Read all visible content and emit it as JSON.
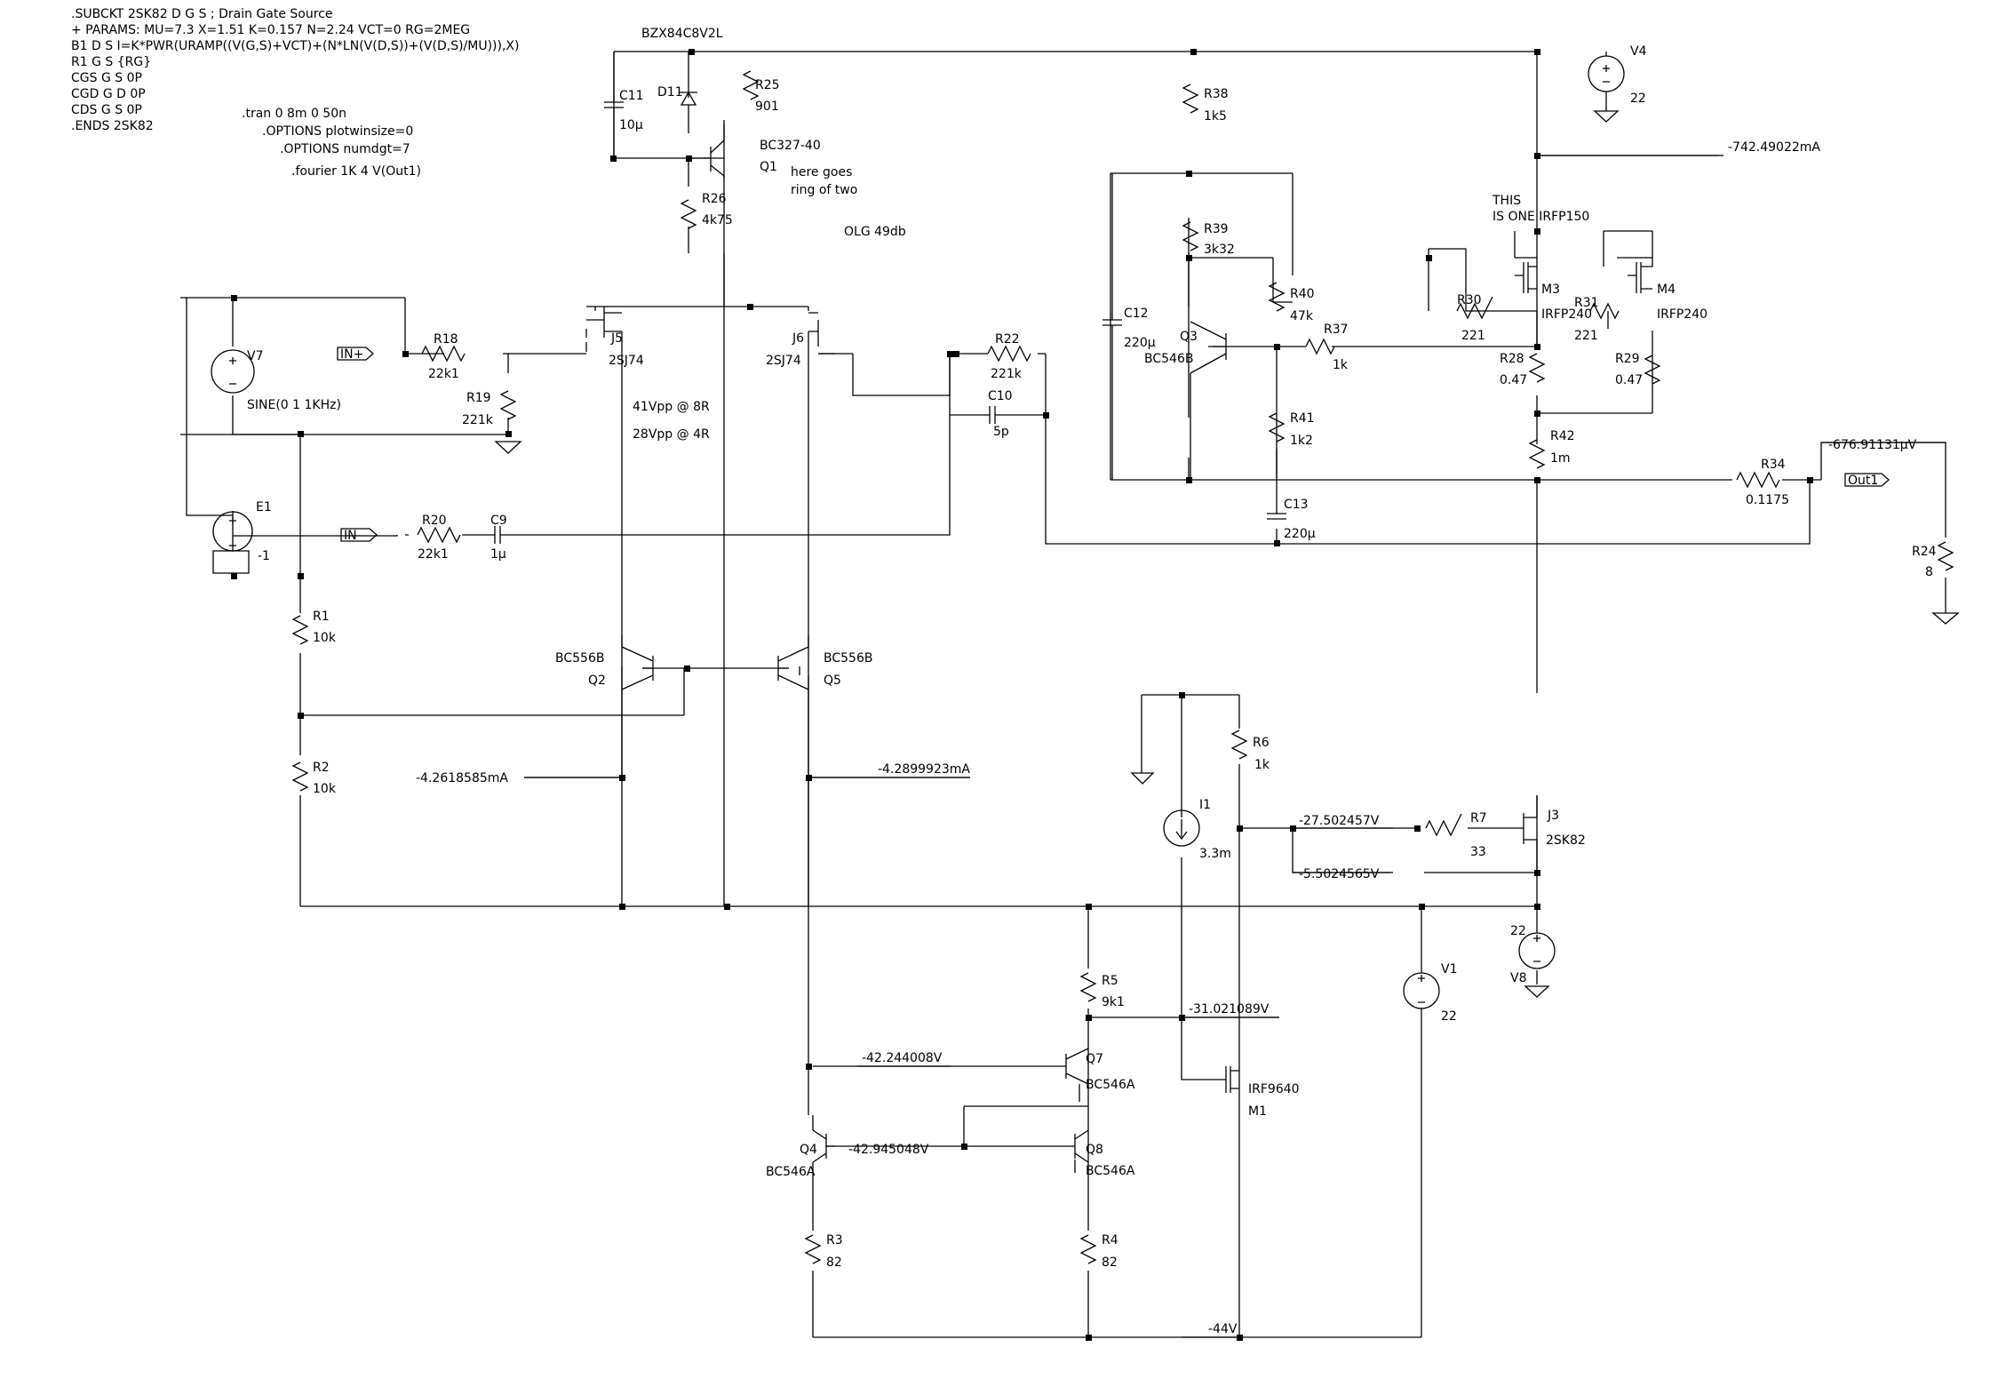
{
  "spice": [
    ".SUBCKT 2SK82 D G S ; Drain Gate Source",
    "+ PARAMS: MU=7.3 X=1.51 K=0.157 N=2.24 VCT=0 RG=2MEG",
    "B1 D S I=K*PWR(URAMP((V(G,S)+VCT)+(N*LN(V(D,S))+(V(D,S)/MU))),X)",
    "R1 G S {RG}",
    "CGS G S 0P",
    "CGD G D 0P",
    "CDS G S 0P",
    ".ENDS 2SK82"
  ],
  "directives": [
    ".tran 0 8m 0 50n",
    ".OPTIONS plotwinsize=0",
    ".OPTIONS numdgt=7",
    ".fourier 1K 4 V(Out1)"
  ],
  "notes": {
    "ring1": "here goes",
    "ring2": "ring of two",
    "olg": "OLG 49db",
    "vpp8": "41Vpp @ 8R",
    "vpp4": "28Vpp @ 4R",
    "this1": "THIS",
    "this2": "IS ONE IRFP150"
  },
  "ports": {
    "in_plus": "IN+",
    "in_minus": "IN-",
    "out1": "Out1"
  },
  "components": {
    "bzx": "BZX84C8V2L",
    "d11": "D11",
    "c11": "C11",
    "c11_val": "10µ",
    "r25": "R25",
    "r25_val": "901",
    "q1": "Q1",
    "q1_model": "BC327-40",
    "r26": "R26",
    "r26_val": "4k75",
    "v7": "V7",
    "v7_val": "SINE(0 1 1KHz)",
    "r18": "R18",
    "r18_val": "22k1",
    "r19": "R19",
    "r19_val": "221k",
    "j5": "J5",
    "j5_model": "2SJ74",
    "j6": "J6",
    "j6_model": "2SJ74",
    "r22": "R22",
    "r22_val": "221k",
    "c10": "C10",
    "c10_val": "5p",
    "e1": "E1",
    "e1_val": "-1",
    "r20": "R20",
    "r20_val": "22k1",
    "c9": "C9",
    "c9_val": "1µ",
    "r1": "R1",
    "r1_val": "10k",
    "r2": "R2",
    "r2_val": "10k",
    "q2": "Q2",
    "q2_model": "BC556B",
    "q5": "Q5",
    "q5_model": "BC556B",
    "r38": "R38",
    "r38_val": "1k5",
    "r39": "R39",
    "r39_val": "3k32",
    "c12": "C12",
    "c12_val": "220µ",
    "q3": "Q3",
    "q3_model": "BC546B",
    "r40": "R40",
    "r40_val": "47k",
    "r37": "R37",
    "r37_val": "1k",
    "r41": "R41",
    "r41_val": "1k2",
    "c13": "C13",
    "c13_val": "220µ",
    "r30": "R30",
    "r30_val": "221",
    "r31": "R31",
    "r31_val": "221",
    "m3": "M3",
    "m3_model": "IRFP240",
    "m4": "M4",
    "m4_model": "IRFP240",
    "r28": "R28",
    "r28_val": "0.47",
    "r29": "R29",
    "r29_val": "0.47",
    "r42": "R42",
    "r42_val": "1m",
    "v4": "V4",
    "v4_val": "22",
    "r34": "R34",
    "r34_val": "0.1175",
    "r24": "R24",
    "r24_val": "8",
    "r6": "R6",
    "r6_val": "1k",
    "i1": "I1",
    "i1_val": "3.3m",
    "r7": "R7",
    "r7_val": "33",
    "j3": "J3",
    "j3_model": "2SK82",
    "v8": "V8",
    "v8_val": "22",
    "v1": "V1",
    "v1_val": "22",
    "r5": "R5",
    "r5_val": "9k1",
    "q7": "Q7",
    "q7_model": "BC546A",
    "m1": "M1",
    "m1_model": "IRF9640",
    "q4": "Q4",
    "q4_model": "BC546A",
    "q8": "Q8",
    "q8_model": "BC546A",
    "r3": "R3",
    "r3_val": "82",
    "r4": "R4",
    "r4_val": "82"
  },
  "probes": {
    "i_top": "-742.49022mA",
    "v_out": "-676.91131µV",
    "i_q2": "-4.2618585mA",
    "i_q5": "-4.2899923mA",
    "v_r7a": "-27.502457V",
    "v_r7b": "-5.5024565V",
    "v_r5": "-31.021089V",
    "v_q7": "-42.244008V",
    "v_q4": "-42.945048V",
    "v_neg": "-44V"
  }
}
